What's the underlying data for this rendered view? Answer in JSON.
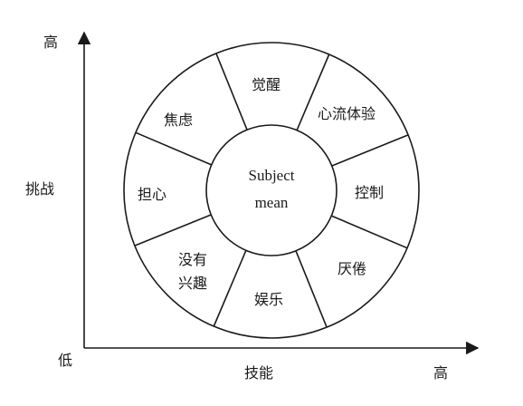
{
  "y_axis": {
    "top": "高",
    "label": "挑战"
  },
  "x_axis": {
    "origin": "低",
    "label": "技能",
    "right": "高"
  },
  "center": {
    "line1": "Subject",
    "line2": "mean"
  },
  "segments": [
    {
      "id": "arousal",
      "lines": [
        "觉醒"
      ]
    },
    {
      "id": "flow",
      "lines": [
        "心流体验"
      ]
    },
    {
      "id": "control",
      "lines": [
        "控制"
      ]
    },
    {
      "id": "boredom",
      "lines": [
        "厌倦"
      ]
    },
    {
      "id": "relaxation",
      "lines": [
        "娱乐"
      ]
    },
    {
      "id": "apathy",
      "lines": [
        "没有",
        "兴趣"
      ]
    },
    {
      "id": "worry",
      "lines": [
        "担心"
      ]
    },
    {
      "id": "anxiety",
      "lines": [
        "焦虑"
      ]
    }
  ],
  "colors": {
    "line": "#1a1a1a",
    "background": "#ffffff"
  }
}
